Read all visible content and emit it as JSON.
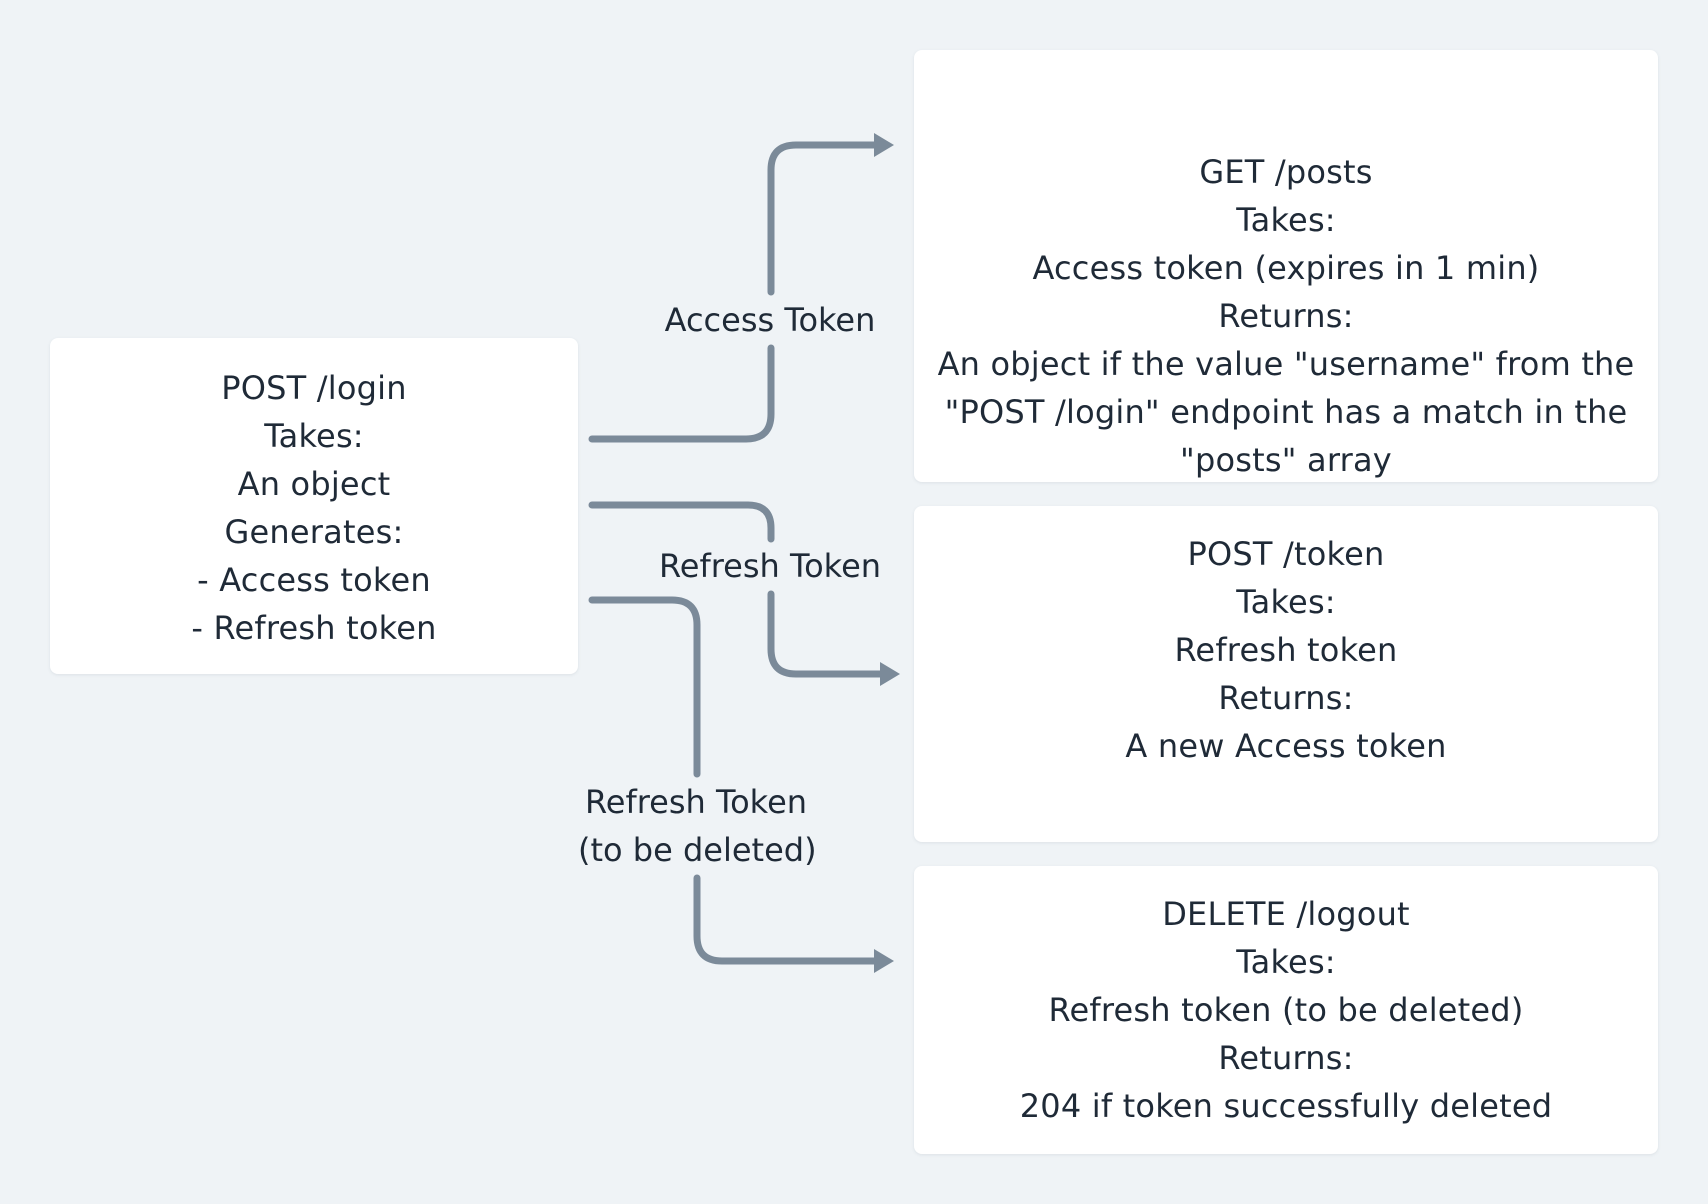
{
  "nodes": {
    "login": {
      "lines": [
        "POST /login",
        "Takes:",
        "An object",
        "Generates:",
        "- Access token",
        "- Refresh token"
      ]
    },
    "posts": {
      "lines": [
        "GET /posts",
        "Takes:",
        "Access token (expires in 1 min)",
        "Returns:",
        "An object if the value \"username\" from the",
        "\"POST /login\" endpoint has a match in the",
        "\"posts\" array"
      ]
    },
    "token": {
      "lines": [
        "POST /token",
        "Takes:",
        "Refresh token",
        "Returns:",
        "A new Access token"
      ]
    },
    "logout": {
      "lines": [
        "DELETE /logout",
        "Takes:",
        "Refresh token (to be deleted)",
        "Returns:",
        "204 if token successfully deleted"
      ]
    }
  },
  "edges": {
    "access": {
      "label": "Access Token"
    },
    "refresh": {
      "label": "Refresh Token"
    },
    "refresh_delete": {
      "label_line1": "Refresh Token",
      "label_line2": "(to be deleted)"
    }
  },
  "colors": {
    "background": "#eff3f6",
    "box": "#ffffff",
    "connector": "#7b8a99",
    "text": "#1f2a37"
  }
}
